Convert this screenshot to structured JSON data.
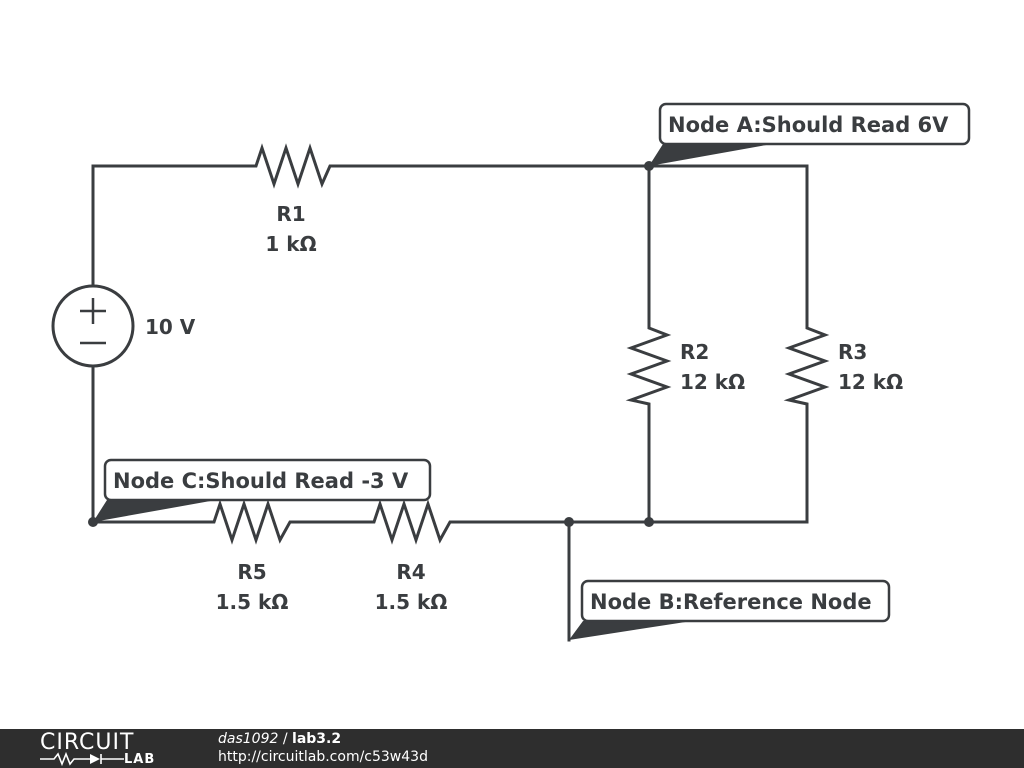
{
  "source": {
    "label": "10 V"
  },
  "resistors": [
    {
      "name": "R1",
      "value": "1 kΩ"
    },
    {
      "name": "R2",
      "value": "12 kΩ"
    },
    {
      "name": "R3",
      "value": "12 kΩ"
    },
    {
      "name": "R4",
      "value": "1.5 kΩ"
    },
    {
      "name": "R5",
      "value": "1.5 kΩ"
    }
  ],
  "flags": {
    "node_a": "Node A:Should Read 6V",
    "node_b": "Node B:Reference Node",
    "node_c": "Node C:Should Read -3 V"
  },
  "footer": {
    "logo_top": "CIRCUIT",
    "logo_bottom": "LAB",
    "user": "das1092",
    "separator": " / ",
    "design": "lab3.2",
    "url": "http://circuitlab.com/c53w43d"
  },
  "colors": {
    "line": "#3a3d40",
    "footer_bg": "#2e2e2e"
  }
}
